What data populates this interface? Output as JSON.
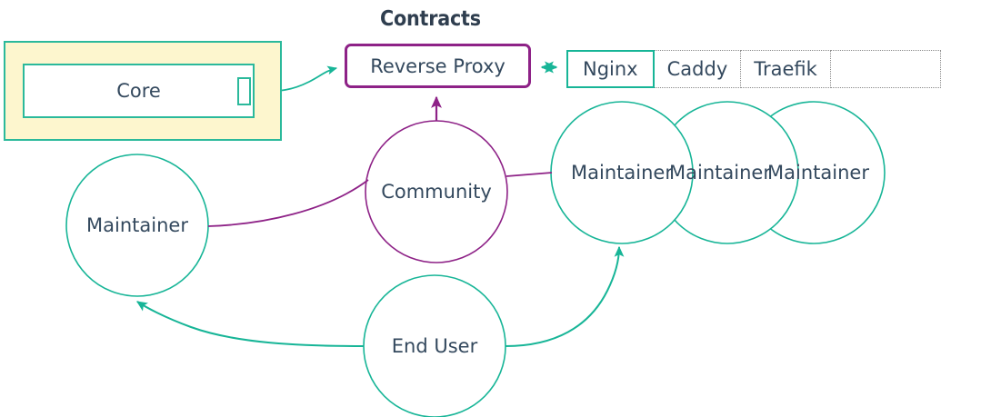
{
  "diagram": {
    "title": "Contracts",
    "colors": {
      "teal": "#17b597",
      "teal_border": "#2bb99b",
      "purple": "#8e2287",
      "text": "#34495e",
      "cream": "#fdf6ce",
      "white": "#ffffff",
      "dotted_gray": "#8a8a8a"
    },
    "core_group": {
      "inner_label": "Core",
      "port_name": "core-port"
    },
    "reverse_proxy": {
      "label": "Reverse Proxy"
    },
    "options_table": {
      "cells": [
        {
          "label": "Nginx",
          "selected": true
        },
        {
          "label": "Caddy",
          "selected": false
        },
        {
          "label": "Traefik",
          "selected": false
        },
        {
          "label": "",
          "selected": false
        }
      ]
    },
    "actors": {
      "community": "Community",
      "end_user": "End User",
      "maintainer_left": "Maintainer",
      "maintainer_1": "Maintainer",
      "maintainer_2": "Maintainer",
      "maintainer_3": "Maintainer"
    },
    "edges": [
      {
        "name": "core-to-reverse-proxy",
        "from": "Core",
        "to": "Reverse Proxy",
        "style": "curved-arrow",
        "color": "#17b597"
      },
      {
        "name": "reverse-proxy-to-nginx",
        "from": "Reverse Proxy",
        "to": "Nginx",
        "style": "double-arrow",
        "color": "#17b597"
      },
      {
        "name": "community-to-reverse-proxy",
        "from": "Community",
        "to": "Reverse Proxy",
        "style": "arrow",
        "color": "#8e2287"
      },
      {
        "name": "maintainer-left-to-community",
        "from": "Maintainer",
        "to": "Community",
        "style": "line",
        "color": "#8e2287"
      },
      {
        "name": "community-to-maintainer-right",
        "from": "Community",
        "to": "Maintainer",
        "style": "line",
        "color": "#8e2287"
      },
      {
        "name": "end-user-to-maintainer-left",
        "from": "End User",
        "to": "Maintainer",
        "style": "curved-arrow",
        "color": "#17b597"
      },
      {
        "name": "end-user-to-maintainer-right",
        "from": "End User",
        "to": "Maintainer",
        "style": "curved-arrow",
        "color": "#17b597"
      }
    ]
  }
}
